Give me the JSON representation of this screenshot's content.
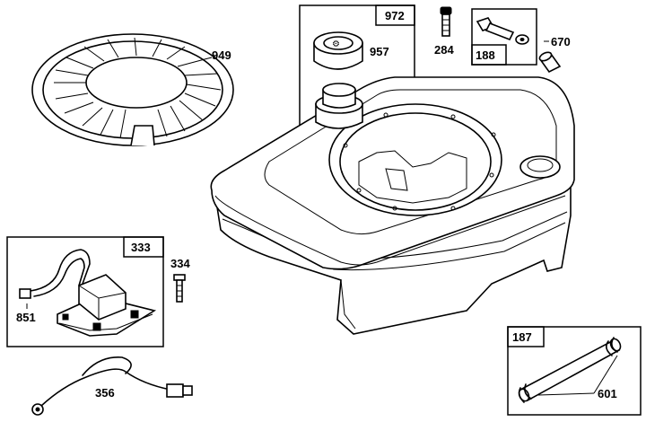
{
  "callouts": {
    "p949": "949",
    "p972": "972",
    "p957": "957",
    "p284": "284",
    "p188": "188",
    "p670": "670",
    "p333": "333",
    "p334": "334",
    "p851": "851",
    "p356": "356",
    "p187": "187",
    "p601": "601"
  }
}
